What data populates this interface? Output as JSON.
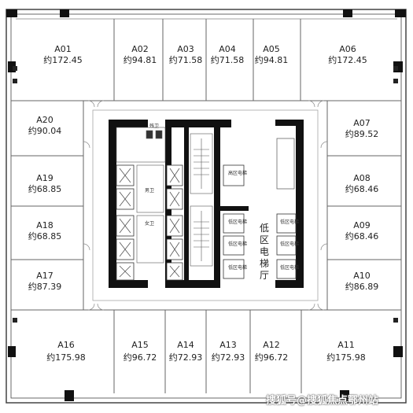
{
  "units": [
    {
      "id": "A01",
      "area": "约172.45"
    },
    {
      "id": "A02",
      "area": "约94.81"
    },
    {
      "id": "A03",
      "area": "约71.58"
    },
    {
      "id": "A04",
      "area": "约71.58"
    },
    {
      "id": "A05",
      "area": "约94.81"
    },
    {
      "id": "A06",
      "area": "约172.45"
    },
    {
      "id": "A20",
      "area": "约90.04"
    },
    {
      "id": "A07",
      "area": "约89.52"
    },
    {
      "id": "A19",
      "area": "约68.85"
    },
    {
      "id": "A08",
      "area": "约68.46"
    },
    {
      "id": "A18",
      "area": "约68.85"
    },
    {
      "id": "A09",
      "area": "约68.46"
    },
    {
      "id": "A17",
      "area": "约87.39"
    },
    {
      "id": "A10",
      "area": "约86.89"
    },
    {
      "id": "A16",
      "area": "约175.98"
    },
    {
      "id": "A15",
      "area": "约96.72"
    },
    {
      "id": "A14",
      "area": "约72.93"
    },
    {
      "id": "A13",
      "area": "约72.93"
    },
    {
      "id": "A12",
      "area": "约96.72"
    },
    {
      "id": "A11",
      "area": "约175.98"
    }
  ],
  "core": {
    "lobby_label": "低区电梯厅",
    "restroom_accessible": "残卫",
    "restroom_male": "男卫",
    "restroom_female": "女卫",
    "shaft_high": "高区电梯",
    "shaft_low": "低区电梯"
  },
  "watermark": "搜狐号@搜狐焦点鄂州站"
}
